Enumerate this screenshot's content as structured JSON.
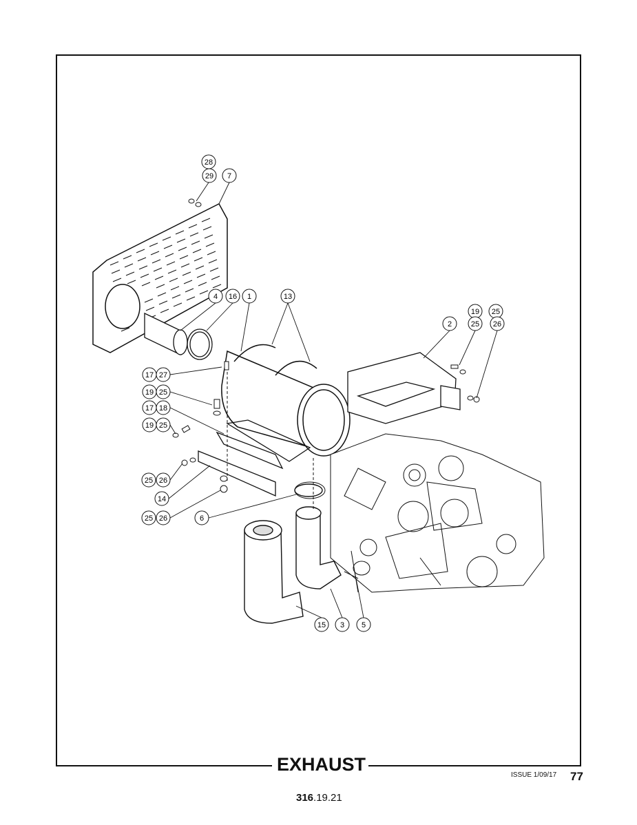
{
  "page": {
    "title": "EXHAUST",
    "issue": "ISSUE 1/09/17",
    "page_number": "77",
    "reference_bold": "316",
    "reference_rest": ".19.21"
  },
  "callouts": [
    {
      "label": "28"
    },
    {
      "label": "29"
    },
    {
      "label": "7"
    },
    {
      "label": "4"
    },
    {
      "label": "16"
    },
    {
      "label": "1"
    },
    {
      "label": "13"
    },
    {
      "label": "19"
    },
    {
      "label": "25"
    },
    {
      "label": "2"
    },
    {
      "label": "25"
    },
    {
      "label": "26"
    },
    {
      "label": "17"
    },
    {
      "label": "27"
    },
    {
      "label": "19"
    },
    {
      "label": "25"
    },
    {
      "label": "17"
    },
    {
      "label": "18"
    },
    {
      "label": "19"
    },
    {
      "label": "25"
    },
    {
      "label": "25"
    },
    {
      "label": "26"
    },
    {
      "label": "14"
    },
    {
      "label": "25"
    },
    {
      "label": "26"
    },
    {
      "label": "6"
    },
    {
      "label": "15"
    },
    {
      "label": "3"
    },
    {
      "label": "5"
    }
  ]
}
